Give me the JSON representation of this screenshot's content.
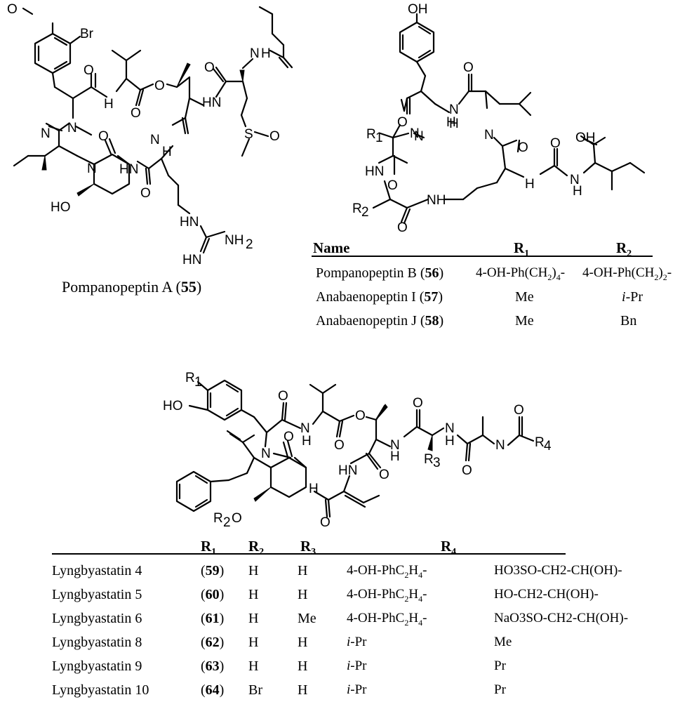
{
  "compound_a": {
    "name": "Pompanopeptin A (",
    "num": "55",
    "close": ")"
  },
  "table1": {
    "headers": {
      "name": "Name",
      "r1": "R",
      "r1sub": "1",
      "r2": "R",
      "r2sub": "2"
    },
    "rows": [
      {
        "name": "Pompanopeptin B (",
        "num": "56",
        "r1": "4-OH-Ph(CH",
        "r1sub": "2",
        "r1end": ")",
        "r1sub2": "4",
        "r1tail": "-",
        "r2": "4-OH-Ph(CH",
        "r2sub": "2",
        "r2end": ")",
        "r2sub2": "2",
        "r2tail": "-"
      },
      {
        "name": "Anabaenopeptin I (",
        "num": "57",
        "r1": "Me",
        "r2pre": "i",
        "r2": "-Pr"
      },
      {
        "name": "Anabaenopeptin J (",
        "num": "58",
        "r1": "Me",
        "r2": "Bn"
      }
    ]
  },
  "table2": {
    "headers": {
      "r1": "R",
      "r1sub": "1",
      "r2": "R",
      "r2sub": "2",
      "r3": "R",
      "r3sub": "3",
      "r4": "R",
      "r4sub": "4"
    },
    "rows": [
      {
        "name": "Lyngbyastatin 4",
        "num": "59",
        "r1": "H",
        "r2": "H",
        "r3a": "4-OH-PhC",
        "r3sub1": "2",
        "r3mid": "H",
        "r3sub2": "4",
        "r3end": "-",
        "r4": "HO3SO-CH2-CH(OH)-"
      },
      {
        "name": "Lyngbyastatin 5",
        "num": "60",
        "r1": "H",
        "r2": "H",
        "r3a": "4-OH-PhC",
        "r3sub1": "2",
        "r3mid": "H",
        "r3sub2": "4",
        "r3end": "-",
        "r4": "HO-CH2-CH(OH)-"
      },
      {
        "name": "Lyngbyastatin 6",
        "num": "61",
        "r1": "H",
        "r2": "Me",
        "r3a": "4-OH-PhC",
        "r3sub1": "2",
        "r3mid": "H",
        "r3sub2": "4",
        "r3end": "-",
        "r4": "NaO3SO-CH2-CH(OH)-"
      },
      {
        "name": "Lyngbyastatin 8",
        "num": "62",
        "r1": "H",
        "r2": "H",
        "r3pre": "i",
        "r3b": "-Pr",
        "r4": "Me"
      },
      {
        "name": "Lyngbyastatin 9",
        "num": "63",
        "r1": "H",
        "r2": "H",
        "r3pre": "i",
        "r3b": "-Pr",
        "r4": "Pr"
      },
      {
        "name": "Lyngbyastatin 10",
        "num": "64",
        "r1": "Br",
        "r2": "H",
        "r3pre": "i",
        "r3b": "-Pr",
        "r4": "Pr"
      }
    ]
  },
  "atom_labels": {
    "a": [
      "O",
      "Br",
      "N",
      "H",
      "O",
      "O",
      "O",
      "HN",
      "O",
      "N",
      "H",
      "N",
      "O",
      "HN",
      "N",
      "H",
      "S",
      "O",
      "HO",
      "N",
      "O",
      "HN",
      "NH",
      "2",
      "HN"
    ],
    "b": [
      "OH",
      "O",
      "N",
      "H",
      "O",
      "N",
      "H",
      "R",
      "1",
      "N",
      "HN",
      "O",
      "O",
      "OH",
      "N",
      "H",
      "N",
      "H",
      "O",
      "R",
      "2",
      "O",
      "NH"
    ],
    "c": [
      "R",
      "1",
      "HO",
      "O",
      "N",
      "H",
      "O",
      "O",
      "N",
      "H",
      "O",
      "N",
      "H",
      "O",
      "R",
      "4",
      "N",
      "O",
      "HN",
      "O",
      "R",
      "3",
      "N",
      "O",
      "H",
      "O",
      "R",
      "2",
      "O"
    ]
  }
}
